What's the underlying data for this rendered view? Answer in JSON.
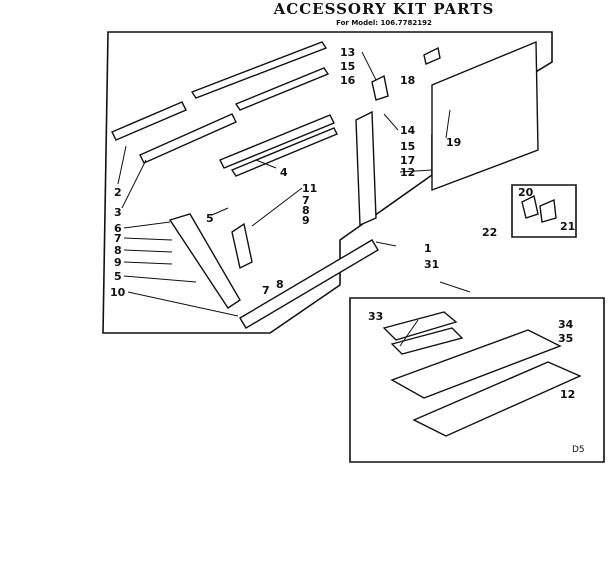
{
  "header": {
    "title": "ACCESSORY KIT PARTS",
    "model": "For Model: 106.7782192"
  },
  "callouts": {
    "c1": "1",
    "c2": "2",
    "c3": "3",
    "c4": "4",
    "c5a": "5",
    "c5b": "5",
    "c6": "6",
    "c7a": "7",
    "c7b": "7",
    "c7c": "7",
    "c8a": "8",
    "c8b": "8",
    "c8c": "8",
    "c9a": "9",
    "c9b": "9",
    "c10": "10",
    "c11": "11",
    "c12a": "12",
    "c12b": "12",
    "c13": "13",
    "c14": "14",
    "c15a": "15",
    "c15b": "15",
    "c16": "16",
    "c17": "17",
    "c18": "18",
    "c19": "19",
    "c20": "20",
    "c21": "21",
    "c22": "22",
    "c31": "31",
    "c33": "33",
    "c34": "34",
    "c35": "35"
  },
  "diagram_code": "D5"
}
